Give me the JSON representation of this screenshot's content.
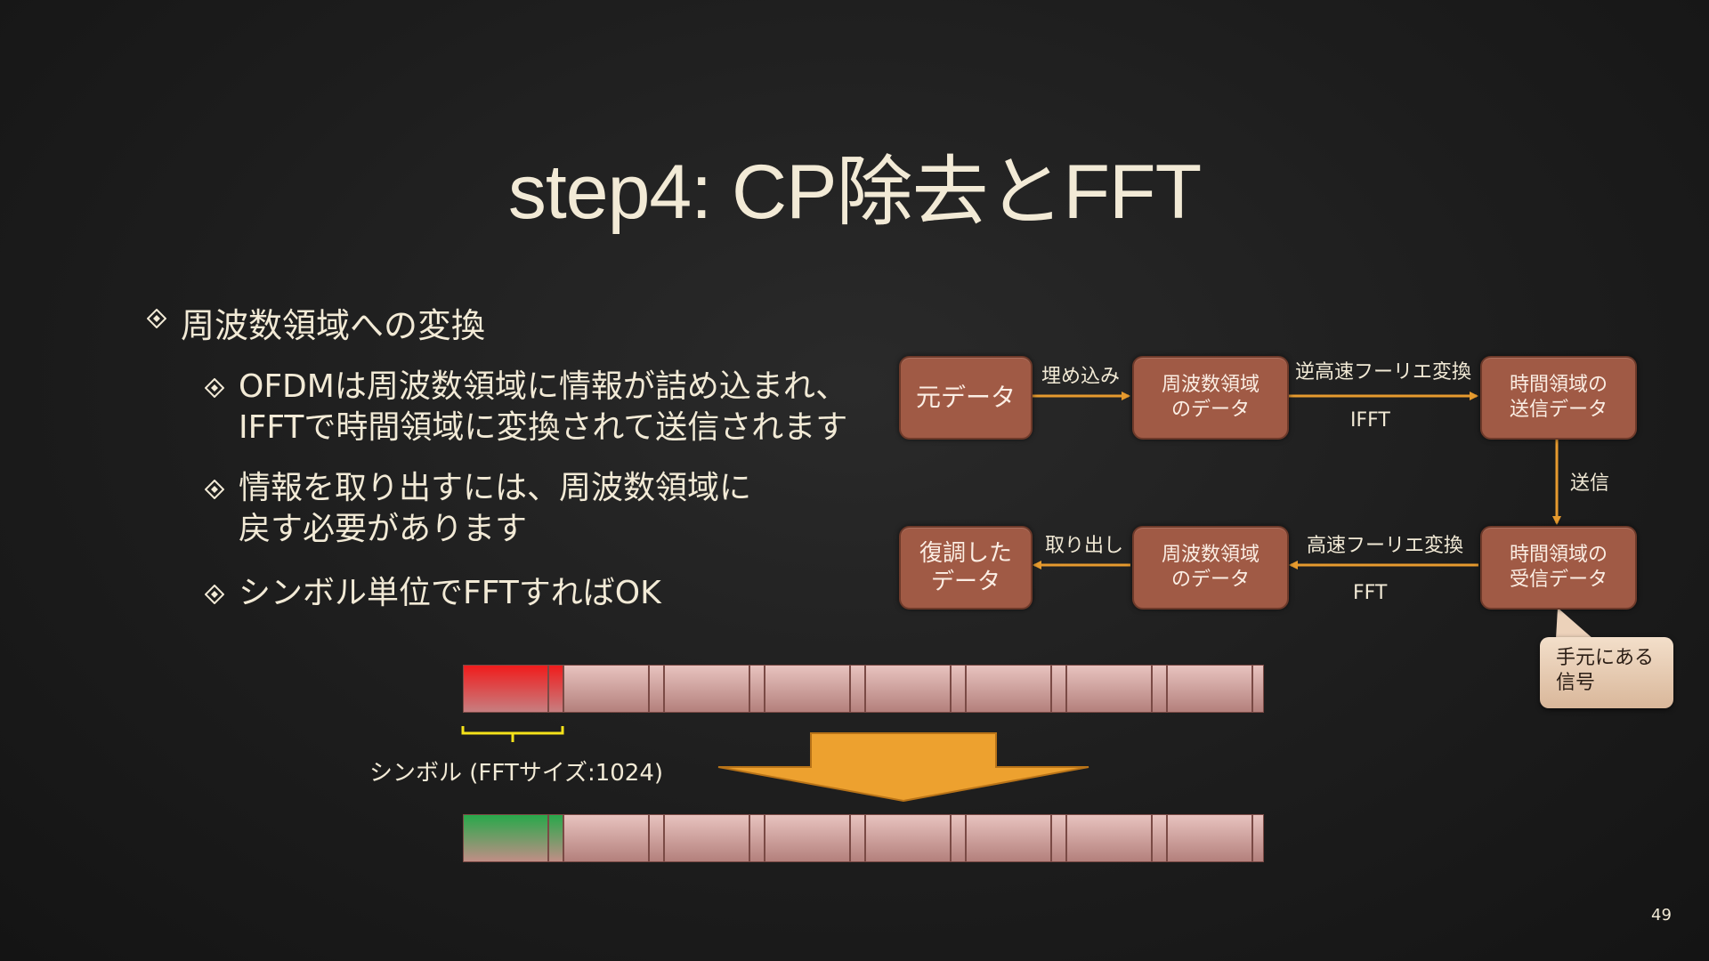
{
  "slide": {
    "title": "step4: CP除去とFFT",
    "page_number": "49"
  },
  "bullets": {
    "main": "周波数領域への変換",
    "sub1_line1": "OFDMは周波数領域に情報が詰め込まれ、",
    "sub1_line2": "IFFTで時間領域に変換されて送信されます",
    "sub2_line1": "情報を取り出すには、周波数領域に",
    "sub2_line2": "戻す必要があります",
    "sub3": "シンボル単位でFFTすればOK"
  },
  "diagram": {
    "nodes": {
      "source": "元データ",
      "freq_top_l1": "周波数領域",
      "freq_top_l2": "のデータ",
      "time_tx_l1": "時間領域の",
      "time_tx_l2": "送信データ",
      "time_rx_l1": "時間領域の",
      "time_rx_l2": "受信データ",
      "freq_bot_l1": "周波数領域",
      "freq_bot_l2": "のデータ",
      "demod_l1": "復調した",
      "demod_l2": "データ"
    },
    "edges": {
      "embed": "埋め込み",
      "ifft_top": "逆高速フーリエ変換",
      "ifft_bottom": "IFFT",
      "send": "送信",
      "fft_top": "高速フーリエ変換",
      "fft_bottom": "FFT",
      "extract": "取り出し"
    },
    "callout_l1": "手元にある",
    "callout_l2": "信号"
  },
  "symbol_label": "シンボル (FFTサイズ:1024)",
  "colors": {
    "text": "#f2ead6",
    "node_fill": "#a05a45",
    "arrow": "#e69a2e",
    "cp_red": "#e8262a",
    "cp_green": "#2fa84a",
    "bracket": "#f5e21a"
  }
}
